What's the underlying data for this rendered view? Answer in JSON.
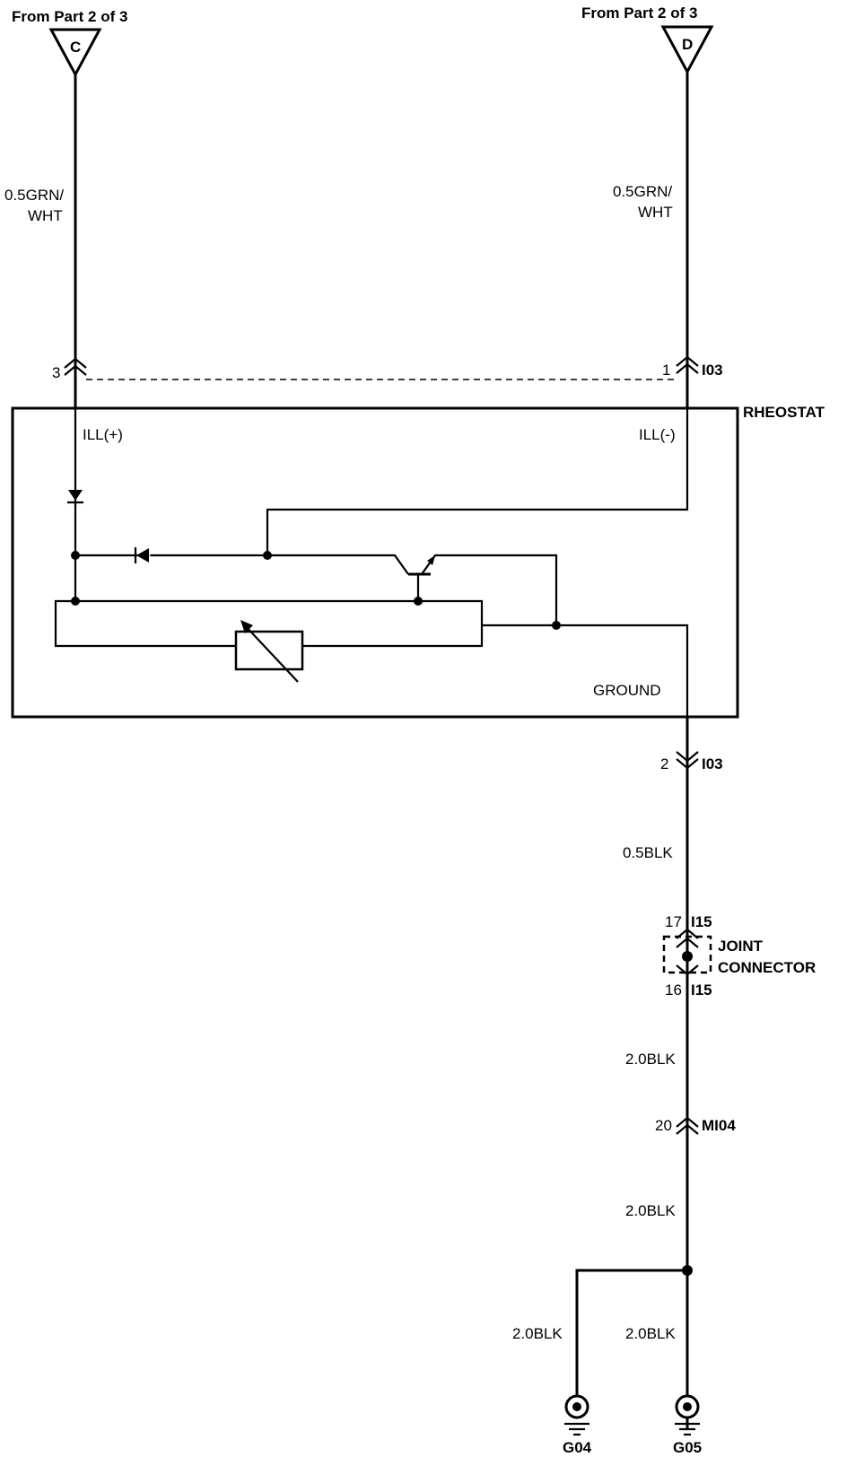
{
  "connectors_top": {
    "left": {
      "from_label": "From Part 2 of 3",
      "letter": "C"
    },
    "right": {
      "from_label": "From Part 2 of 3",
      "letter": "D"
    }
  },
  "wires": {
    "left_color_1": "0.5GRN/",
    "left_color_2": "WHT",
    "right_color_1": "0.5GRN/",
    "right_color_2": "WHT",
    "ground_main": "0.5BLK",
    "after_joint": "2.0BLK",
    "after_mi04": "2.0BLK",
    "g04_wire": "2.0BLK",
    "g05_wire": "2.0BLK"
  },
  "pins": {
    "p3": "3",
    "p1": "1",
    "p1_conn": "I03",
    "p2": "2",
    "p2_conn": "I03",
    "p17": "17",
    "p17_conn": "I15",
    "p16": "16",
    "p16_conn": "I15",
    "p20": "20",
    "p20_conn": "MI04"
  },
  "rheostat": {
    "title": "RHEOSTAT",
    "ill_plus": "ILL(+)",
    "ill_minus": "ILL(-)",
    "ground": "GROUND"
  },
  "joint": {
    "line1": "JOINT",
    "line2": "CONNECTOR"
  },
  "grounds": {
    "g04": "G04",
    "g05": "G05"
  }
}
